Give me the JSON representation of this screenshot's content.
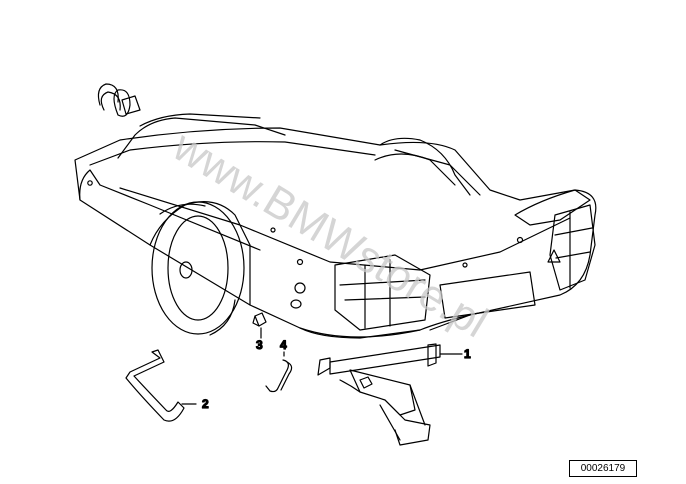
{
  "diagram": {
    "callouts": [
      {
        "id": "1",
        "label": "1"
      },
      {
        "id": "2",
        "label": "2"
      },
      {
        "id": "3",
        "label": "3"
      },
      {
        "id": "4",
        "label": "4"
      }
    ],
    "watermark": "www.BMWstore.pl",
    "doc_id": "00026179"
  }
}
